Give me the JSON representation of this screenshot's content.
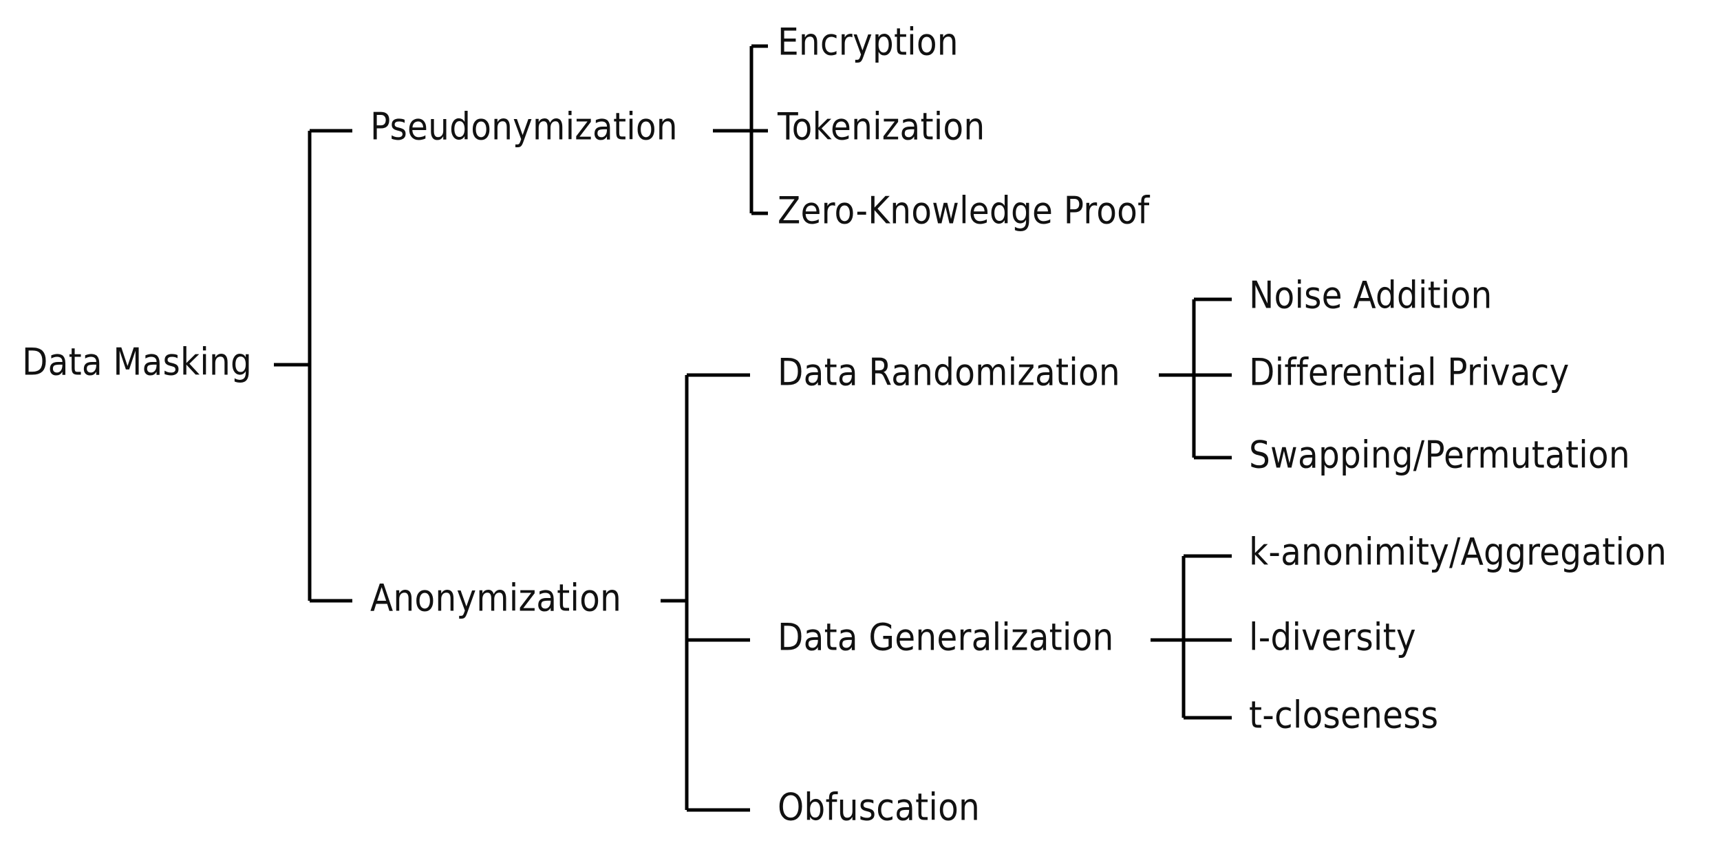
{
  "diagram": {
    "type": "tree",
    "orientation": "left-to-right",
    "title": "Data Masking",
    "background_color": "#ffffff",
    "line_color": "#000000",
    "text_color": "#111111",
    "root": {
      "label": "Data Masking",
      "children": [
        {
          "label": "Pseudonymization",
          "children": [
            {
              "label": "Encryption",
              "children": []
            },
            {
              "label": "Tokenization",
              "children": []
            },
            {
              "label": "Zero-Knowledge Proof",
              "children": []
            }
          ]
        },
        {
          "label": "Anonymization",
          "children": [
            {
              "label": "Data Randomization",
              "children": [
                {
                  "label": "Noise Addition",
                  "children": []
                },
                {
                  "label": "Differential Privacy",
                  "children": []
                },
                {
                  "label": "Swapping/Permutation",
                  "children": []
                }
              ]
            },
            {
              "label": "Data Generalization",
              "children": [
                {
                  "label": "k-anonimity/Aggregation",
                  "children": []
                },
                {
                  "label": "l-diversity",
                  "children": []
                },
                {
                  "label": "t-closeness",
                  "children": []
                }
              ]
            },
            {
              "label": "Obfuscation",
              "children": []
            }
          ]
        }
      ]
    },
    "nodes": {
      "root": "Data Masking",
      "pseudonymization": "Pseudonymization",
      "encryption": "Encryption",
      "tokenization": "Tokenization",
      "zero_knowledge_proof": "Zero-Knowledge Proof",
      "anonymization": "Anonymization",
      "data_randomization": "Data Randomization",
      "noise_addition": "Noise Addition",
      "differential_privacy": "Differential Privacy",
      "swapping_permutation": "Swapping/Permutation",
      "data_generalization": "Data Generalization",
      "k_anonimity_aggregation": "k-anonimity/Aggregation",
      "l_diversity": "l-diversity",
      "t_closeness": "t-closeness",
      "obfuscation": "Obfuscation"
    }
  }
}
